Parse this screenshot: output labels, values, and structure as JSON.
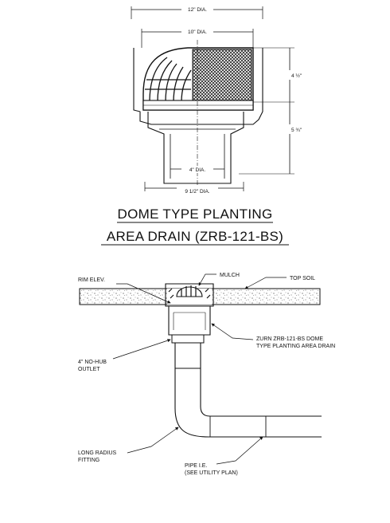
{
  "top_view": {
    "dim_overall": "12\" DIA.",
    "dim_dome": "10\" DIA.",
    "dim_height_upper": "4 ½\"",
    "dim_height_lower": "5 ¾\"",
    "dim_outlet": "4\" DIA.",
    "dim_base": "9 1/2\" DIA."
  },
  "title": {
    "line1": "DOME TYPE PLANTING",
    "line2": "AREA DRAIN (ZRB-121-BS)"
  },
  "section": {
    "rim_elev": "RIM ELEV.",
    "mulch": "MULCH",
    "top_soil": "TOP SOIL",
    "drain_line1": "ZURN ZRB-121-BS DOME",
    "drain_line2": "TYPE PLANTING AREA DRAIN",
    "outlet_line1": "4\" NO-HUB",
    "outlet_line2": "OUTLET",
    "fitting_line1": "LONG RADIUS",
    "fitting_line2": "FITTING",
    "pipe_line1": "PIPE I.E.",
    "pipe_line2": "(SEE UTILITY PLAN)"
  }
}
